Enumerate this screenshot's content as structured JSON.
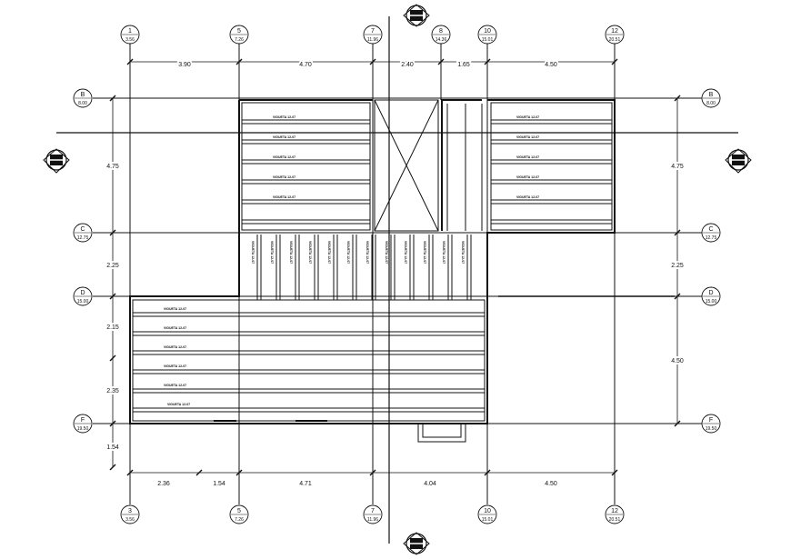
{
  "grid_bubbles_top": [
    {
      "num": "1",
      "sub": "3.56"
    },
    {
      "num": "5",
      "sub": "7.26"
    },
    {
      "num": "7",
      "sub": "11.96"
    },
    {
      "num": "8",
      "sub": "14.36"
    },
    {
      "num": "10",
      "sub": "15.01"
    },
    {
      "num": "12",
      "sub": "20.51"
    }
  ],
  "grid_bubbles_bottom": [
    {
      "num": "3",
      "sub": "3.56"
    },
    {
      "num": "5",
      "sub": "7.26"
    },
    {
      "num": "7",
      "sub": "11.96"
    },
    {
      "num": "10",
      "sub": "15.01"
    },
    {
      "num": "12",
      "sub": "20.51"
    }
  ],
  "grid_bubbles_left": [
    {
      "num": "B",
      "sub": "8.00"
    },
    {
      "num": "C",
      "sub": "12.75"
    },
    {
      "num": "D",
      "sub": "15.00"
    },
    {
      "num": "F",
      "sub": "19.50"
    }
  ],
  "grid_bubbles_right": [
    {
      "num": "B",
      "sub": "8.00"
    },
    {
      "num": "C",
      "sub": "12.75"
    },
    {
      "num": "D",
      "sub": "15.00"
    },
    {
      "num": "F",
      "sub": "19.50"
    }
  ],
  "dims_top": [
    "3.90",
    "4.70",
    "2.40",
    "1.65",
    "4.50"
  ],
  "dims_bottom": [
    "2.36",
    "1.54",
    "4.71",
    "4.04",
    "4.50"
  ],
  "dims_left": [
    "4.75",
    "2.25",
    "2.15",
    "2.35",
    "1.54"
  ],
  "dims_right": [
    "4.75",
    "2.25",
    "4.50"
  ],
  "joist_label": "VIGUETA 12-07",
  "colors": {
    "line": "#111111",
    "background": "#ffffff"
  }
}
